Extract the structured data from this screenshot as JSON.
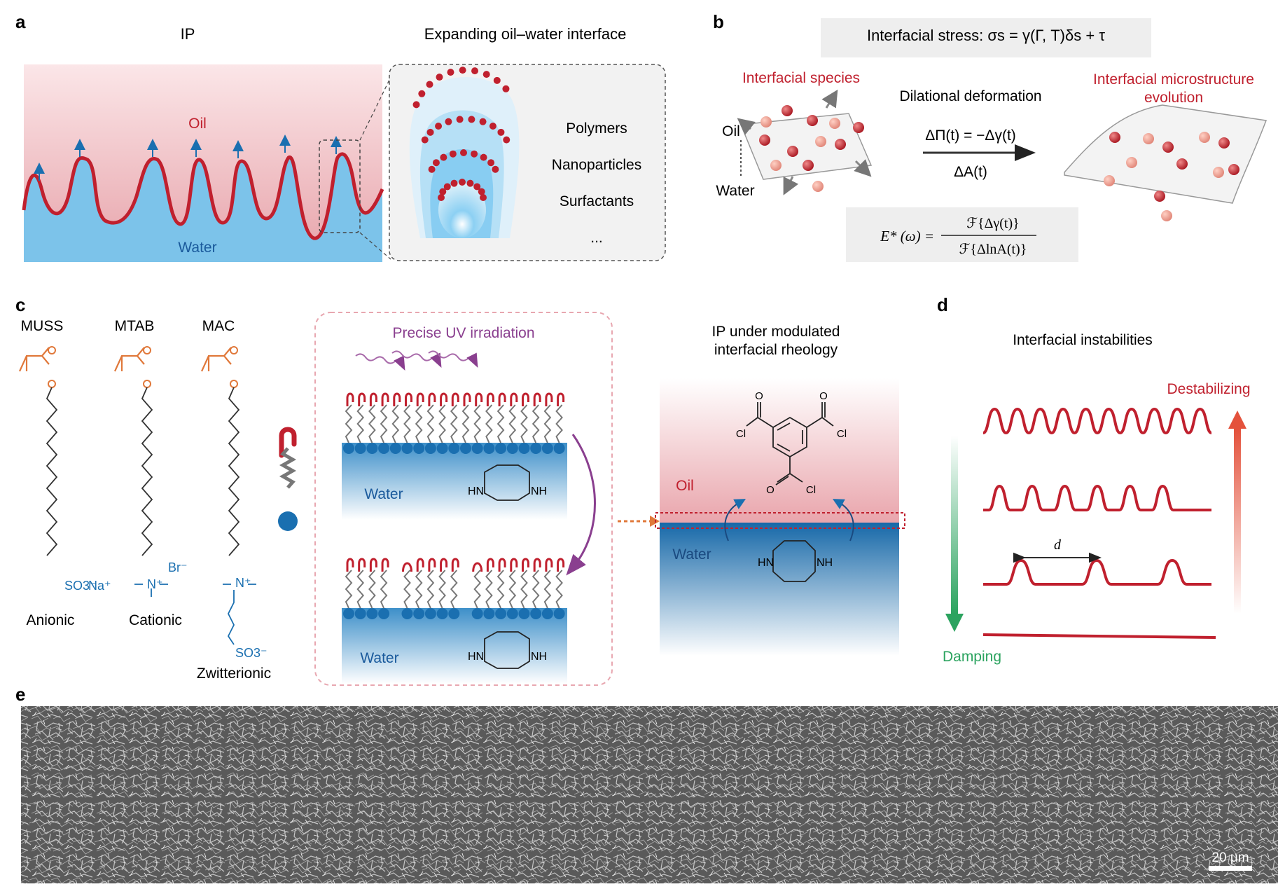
{
  "panels": {
    "a": {
      "letter": "a",
      "title_left": "IP",
      "title_right": "Expanding oil–water interface",
      "oil": "Oil",
      "water": "Water",
      "species": [
        "Polymers",
        "Nanoparticles",
        "Surfactants",
        "..."
      ]
    },
    "b": {
      "letter": "b",
      "stress_eq": "Interfacial stress: σs = γ(Γ, T)δs + τ",
      "species_label": "Interfacial species",
      "microstructure_label_1": "Interfacial microstructure",
      "microstructure_label_2": "evolution",
      "deformation": "Dilational deformation",
      "pi_eq": "ΔΠ(t) = −Δγ(t)",
      "area_eq": "ΔA(t)",
      "oil": "Oil",
      "water": "Water",
      "modulus_lhs": "E* (ω) =",
      "modulus_num": "ℱ{Δγ(t)}",
      "modulus_den": "ℱ{ΔlnA(t)}"
    },
    "c": {
      "letter": "c",
      "monomers": [
        {
          "name": "MUSS",
          "type": "Anionic",
          "head": "SO3⁻",
          "counter": "Na⁺"
        },
        {
          "name": "MTAB",
          "type": "Cationic",
          "head": "N⁺",
          "counter": "Br⁻"
        },
        {
          "name": "MAC",
          "type": "Zwitterionic",
          "head": "N⁺",
          "counter": "SO3⁻"
        }
      ],
      "uv": "Precise UV irradiation",
      "water": "Water",
      "amine_hn": "HN",
      "amine_nh": "NH",
      "ip_title_1": "IP under modulated",
      "ip_title_2": "interfacial rheology",
      "oil": "Oil",
      "cl": "Cl",
      "o": "O"
    },
    "d": {
      "letter": "d",
      "title": "Interfacial instabilities",
      "destabilizing": "Destabilizing",
      "damping": "Damping",
      "spacing": "d"
    },
    "e": {
      "letter": "e",
      "scale_bar": "20 μm"
    }
  },
  "colors": {
    "red": "#c0202e",
    "blue": "#1a6fb0",
    "orange": "#e0783a",
    "purple": "#8a3f8f",
    "green": "#2ba35f",
    "oil_pink": "#f3c9cc",
    "water_blue": "#7fc4ea"
  }
}
